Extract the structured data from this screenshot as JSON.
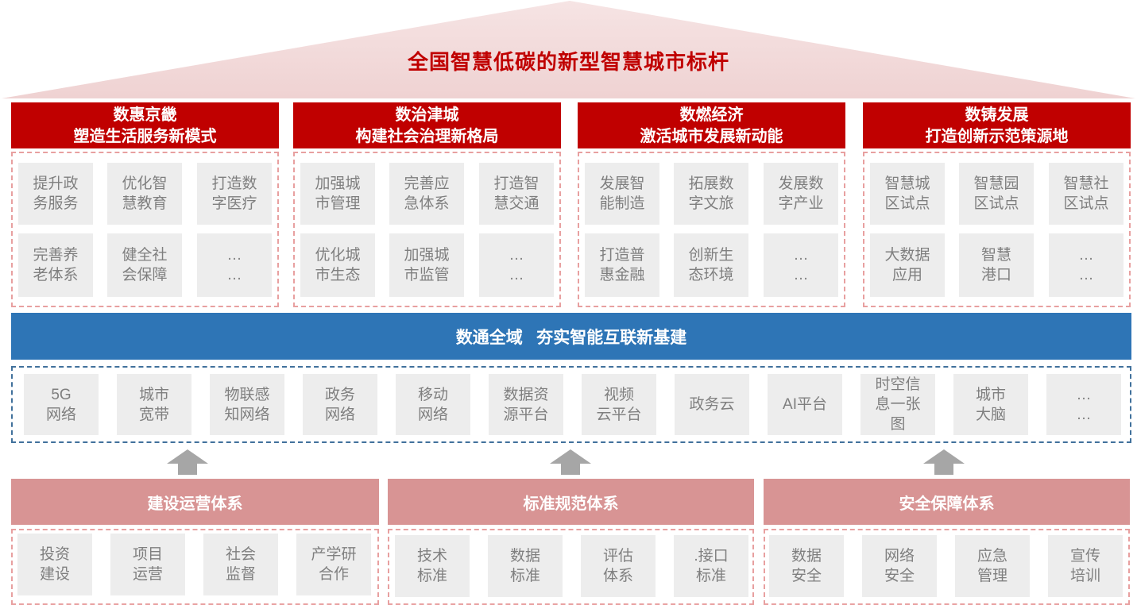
{
  "roof": {
    "title": "全国智慧低碳的新型智慧城市标杆"
  },
  "pillars": [
    {
      "title_line1": "数惠京畿",
      "title_line2": "塑造生活服务新模式",
      "items": [
        "提升政\n务服务",
        "优化智\n慧教育",
        "打造数\n字医疗",
        "完善养\n老体系",
        "健全社\n会保障",
        "…\n…"
      ]
    },
    {
      "title_line1": "数治津城",
      "title_line2": "构建社会治理新格局",
      "items": [
        "加强城\n市管理",
        "完善应\n急体系",
        "打造智\n慧交通",
        "优化城\n市生态",
        "加强城\n市监管",
        "…\n…"
      ]
    },
    {
      "title_line1": "数燃经济",
      "title_line2": "激活城市发展新动能",
      "items": [
        "发展智\n能制造",
        "拓展数\n字文旅",
        "发展数\n字产业",
        "打造普\n惠金融",
        "创新生\n态环境",
        "…\n…"
      ]
    },
    {
      "title_line1": "数铸发展",
      "title_line2": "打造创新示范策源地",
      "items": [
        "智慧城\n区试点",
        "智慧园\n区试点",
        "智慧社\n区试点",
        "大数据\n应用",
        "智慧\n港口",
        "…\n…"
      ]
    }
  ],
  "infra": {
    "title": "数通全域   夯实智能互联新基建",
    "items": [
      "5G\n网络",
      "城市\n宽带",
      "物联感\n知网络",
      "政务\n网络",
      "移动\n网络",
      "数据资\n源平台",
      "视频\n云平台",
      "政务云",
      "AI平台",
      "时空信\n息一张\n图",
      "城市\n大脑",
      "…\n…"
    ]
  },
  "systems": [
    {
      "title": "建设运营体系",
      "items": [
        "投资\n建设",
        "项目\n运营",
        "社会\n监督",
        "产学研\n合作"
      ]
    },
    {
      "title": "标准规范体系",
      "items": [
        "技术\n标准",
        "数据\n标准",
        "评估\n体系",
        ".接口\n标准"
      ]
    },
    {
      "title": "安全保障体系",
      "items": [
        "数据\n安全",
        "网络\n安全",
        "应急\n管理",
        "宣传\n培训"
      ]
    }
  ],
  "colors": {
    "red": "#c00000",
    "blue": "#2e75b6",
    "pink": "#d89494",
    "roof": "#f2dcdb",
    "cell_bg": "#ededed",
    "cell_text": "#7f7f7f"
  }
}
